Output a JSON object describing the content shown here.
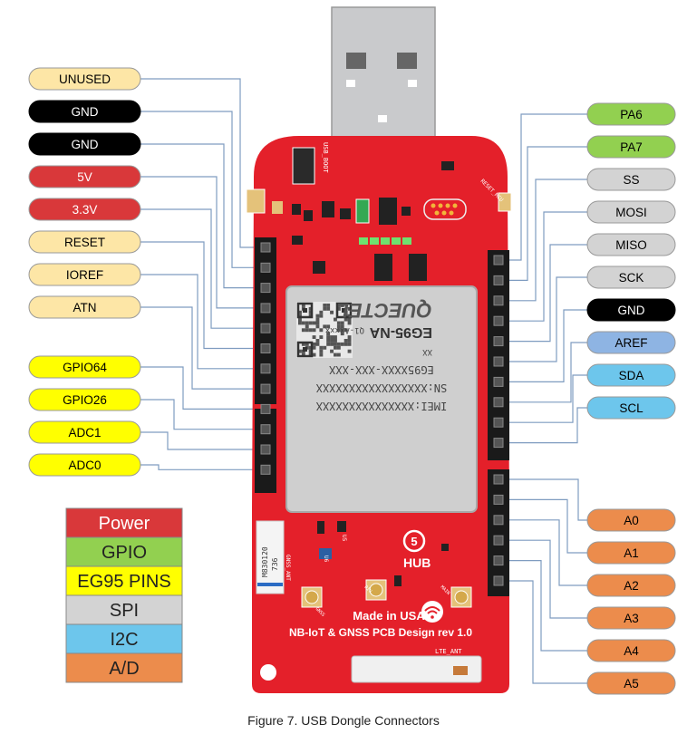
{
  "colors": {
    "power": "#d9383a",
    "gpio": "#92d050",
    "eg95": "#ffff00",
    "spi": "#d3d3d3",
    "i2c": "#6dc6ec",
    "ad": "#ec8c4c",
    "beige": "#fde6a6",
    "black": "#000000",
    "aref": "#8eb4e3",
    "board": "#e4202a"
  },
  "left_pins": [
    {
      "label": "UNUSED",
      "color": "beige"
    },
    {
      "label": "GND",
      "color": "black"
    },
    {
      "label": "GND",
      "color": "black"
    },
    {
      "label": "5V",
      "color": "power"
    },
    {
      "label": "3.3V",
      "color": "power"
    },
    {
      "label": "RESET",
      "color": "beige"
    },
    {
      "label": "IOREF",
      "color": "beige"
    },
    {
      "label": "ATN",
      "color": "beige"
    },
    {
      "label": "GPIO64",
      "color": "eg95"
    },
    {
      "label": "GPIO26",
      "color": "eg95"
    },
    {
      "label": "ADC1",
      "color": "eg95"
    },
    {
      "label": "ADC0",
      "color": "eg95"
    }
  ],
  "right_pins": [
    {
      "label": "PA6",
      "color": "gpio"
    },
    {
      "label": "PA7",
      "color": "gpio"
    },
    {
      "label": "SS",
      "color": "spi"
    },
    {
      "label": "MOSI",
      "color": "spi"
    },
    {
      "label": "MISO",
      "color": "spi"
    },
    {
      "label": "SCK",
      "color": "spi"
    },
    {
      "label": "GND",
      "color": "black"
    },
    {
      "label": "AREF",
      "color": "aref"
    },
    {
      "label": "SDA",
      "color": "i2c"
    },
    {
      "label": "SCL",
      "color": "i2c"
    },
    {
      "label": "A0",
      "color": "ad"
    },
    {
      "label": "A1",
      "color": "ad"
    },
    {
      "label": "A2",
      "color": "ad"
    },
    {
      "label": "A3",
      "color": "ad"
    },
    {
      "label": "A4",
      "color": "ad"
    },
    {
      "label": "A5",
      "color": "ad"
    }
  ],
  "legend": [
    {
      "label": "Power",
      "color": "power"
    },
    {
      "label": "GPIO",
      "color": "gpio"
    },
    {
      "label": "EG95 PINS",
      "color": "eg95"
    },
    {
      "label": "SPI",
      "color": "spi"
    },
    {
      "label": "I2C",
      "color": "i2c"
    },
    {
      "label": "A/D",
      "color": "ad"
    }
  ],
  "board": {
    "usb_boot": "USB_BOOT",
    "reset_mcu": "RESET_MCU",
    "module_lines": [
      "IMEI:XXXXXXXXXXXXXXX",
      "SN:XXXXXXXXXXXXXXXXX",
      "EG95XXXX-XXX-XXX",
      "XX"
    ],
    "module_model": "EG95-NA",
    "module_code": "Q1-Axxxx",
    "module_brand": "QUECTEL",
    "brand": "HUB",
    "brand_num": "5",
    "made_in": "Made in USA",
    "design": "NB-IoT & GNSS PCB Design rev 1.0",
    "lte_ant": "LTE_ANT",
    "gnss_ant": "GNSS_ANT",
    "sticker_lines": [
      "M830120",
      "736"
    ],
    "ant_labels": [
      "GNSS",
      "DIV",
      "MAIN"
    ],
    "u_labels": [
      "U6",
      "U5"
    ]
  },
  "caption": "Figure 7. USB Dongle Connectors"
}
